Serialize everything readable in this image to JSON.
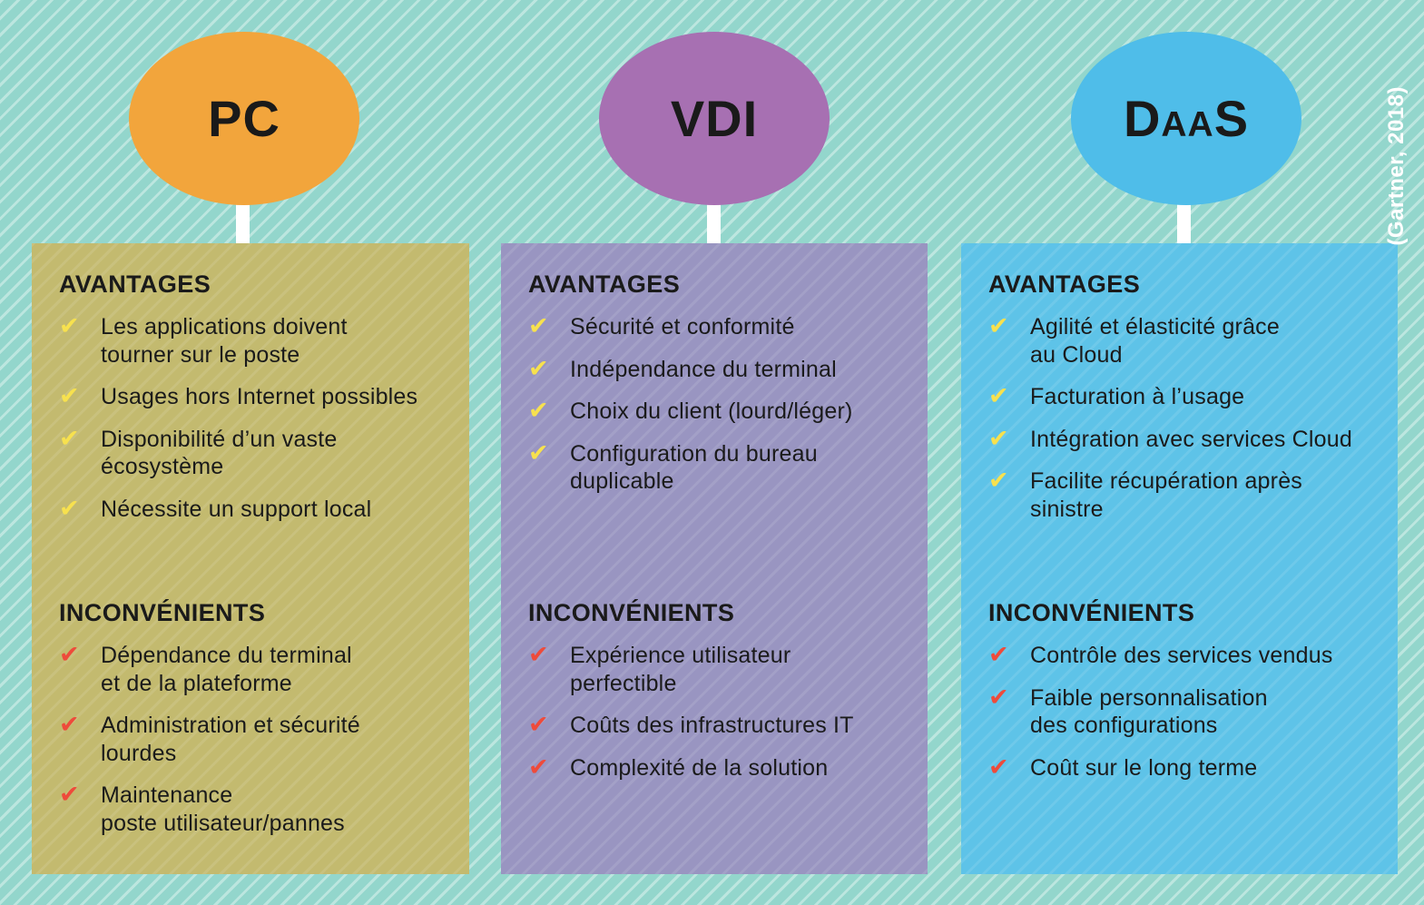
{
  "source_label": "(Gartner, 2018)",
  "labels": {
    "advantages": "AVANTAGES",
    "disadvantages": "INCONVÉNIENTS"
  },
  "icons": {
    "check": "✔"
  },
  "colors": {
    "background": "#93D6CC",
    "background_stripe": "#A9DFD7",
    "text": "#1A1A1A",
    "source_text": "#FFFFFF",
    "stem": "#FFFFFF",
    "advantage_check": "#F7E14E",
    "disadvantage_check": "#EE4B3B",
    "pc_bubble": "#F2A53C",
    "pc_box": "#C3BA6F",
    "vdi_bubble": "#A770B2",
    "vdi_box": "#9995C1",
    "daas_bubble": "#4FBDE9",
    "daas_box": "#5EC3E8"
  },
  "columns": [
    {
      "title": "PC",
      "advantages": [
        "Les applications doivent\ntourner sur le poste",
        "Usages hors Internet possibles",
        "Disponibilité d’un vaste\nécosystème",
        "Nécessite un support local"
      ],
      "disadvantages": [
        "Dépendance du terminal\net de la plateforme",
        "Administration et sécurité\nlourdes",
        "Maintenance\nposte utilisateur/pannes"
      ]
    },
    {
      "title": "VDI",
      "advantages": [
        "Sécurité et conformité",
        "Indépendance du terminal",
        "Choix du client (lourd/léger)",
        "Configuration du bureau\nduplicable"
      ],
      "disadvantages": [
        "Expérience utilisateur\nperfectible",
        "Coûts des infrastructures IT",
        "Complexité de la solution"
      ]
    },
    {
      "title": "DaaS",
      "advantages": [
        "Agilité et élasticité grâce\nau Cloud",
        "Facturation à l’usage",
        "Intégration avec services Cloud",
        "Facilite récupération après\nsinistre"
      ],
      "disadvantages": [
        "Contrôle des services vendus",
        "Faible personnalisation\ndes configurations",
        "Coût sur le long terme"
      ]
    }
  ]
}
